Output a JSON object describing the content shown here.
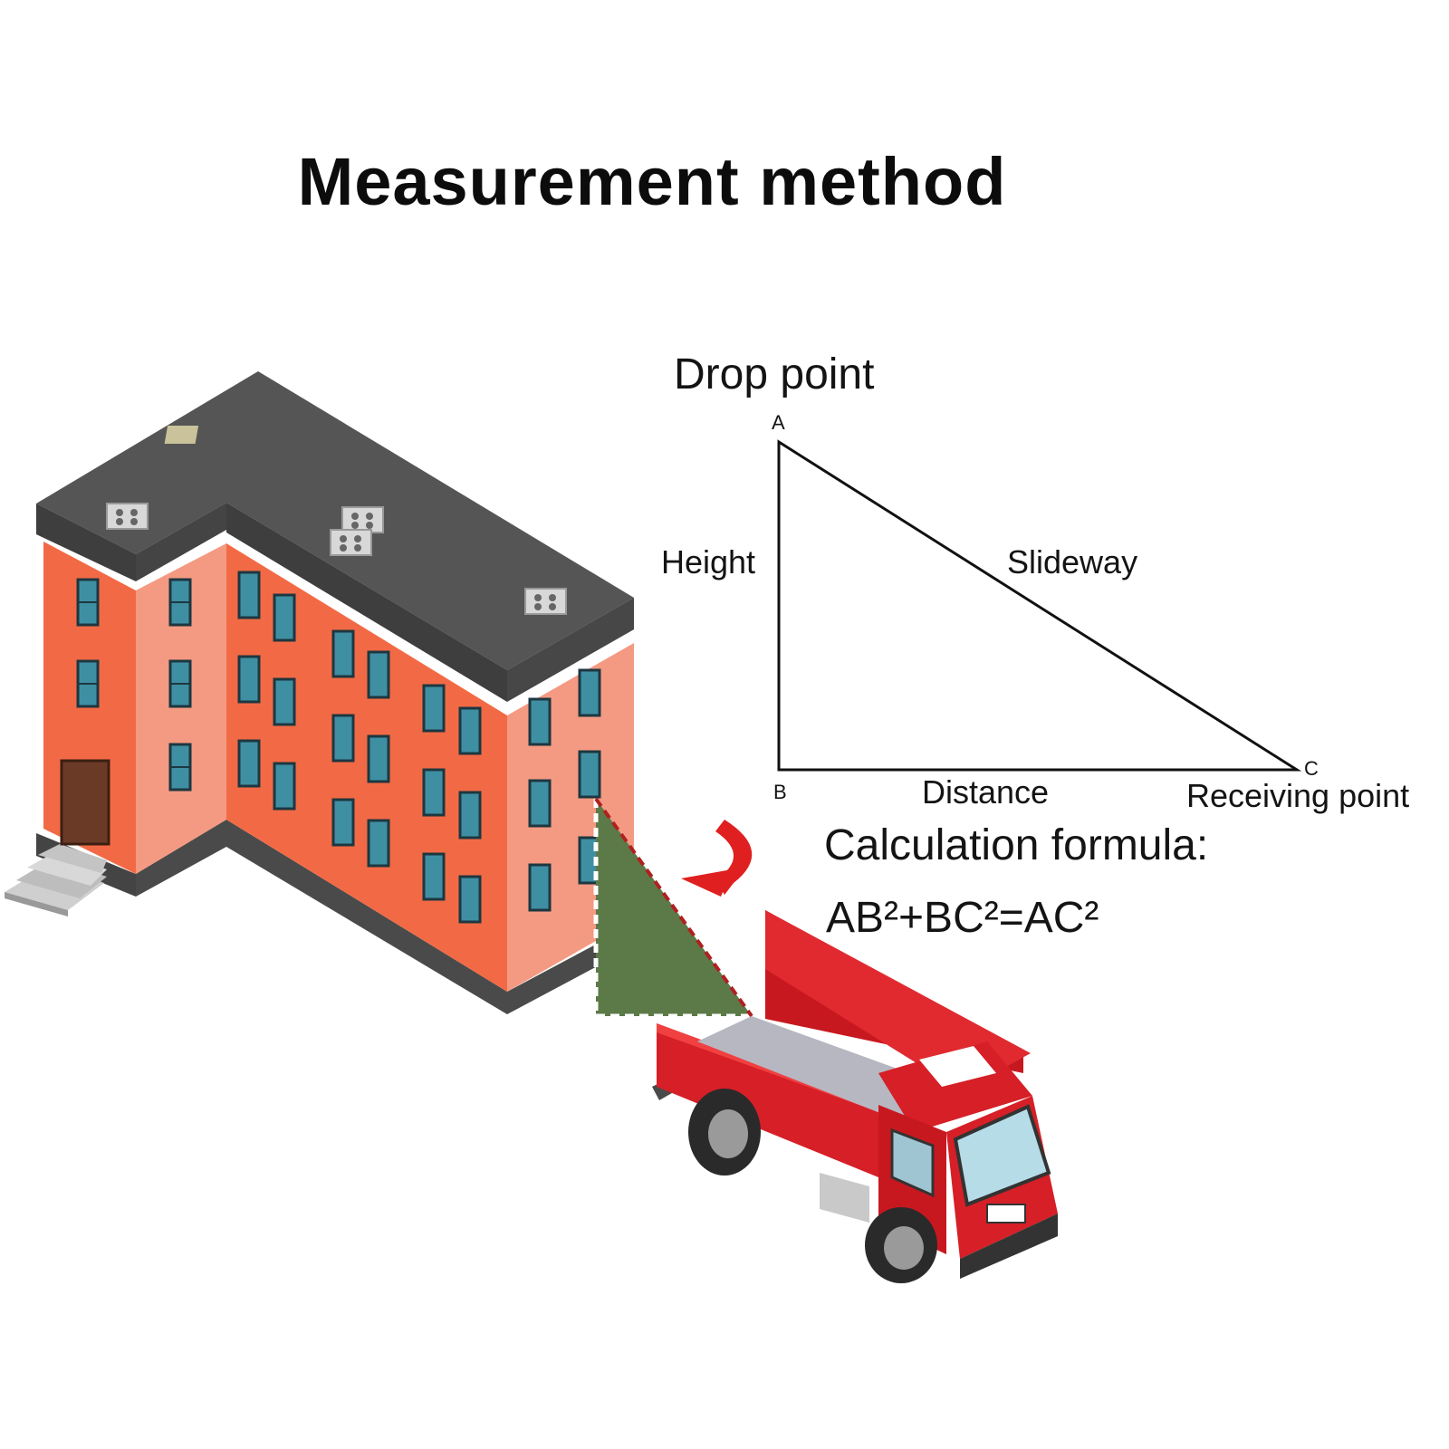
{
  "title": "Measurement method",
  "diagram": {
    "drop_point_label": "Drop point",
    "point_a": "A",
    "point_b": "B",
    "point_c": "C",
    "height_label": "Height",
    "slideway_label": "Slideway",
    "distance_label": "Distance",
    "receiving_point_label": "Receiving point",
    "calculation_label": "Calculation formula:",
    "formula": "AB²+BC²=AC²"
  },
  "illustration": {
    "building": "orange-apartment-building",
    "vehicle": "red-truck",
    "arrow": "red-curved-arrow",
    "colors": {
      "building_wall": "#f26a45",
      "building_wall_light": "#f49a82",
      "roof": "#555555",
      "triangle_fill": "#5c7a48",
      "truck_red": "#d61f26",
      "arrow_red": "#e02020"
    }
  }
}
